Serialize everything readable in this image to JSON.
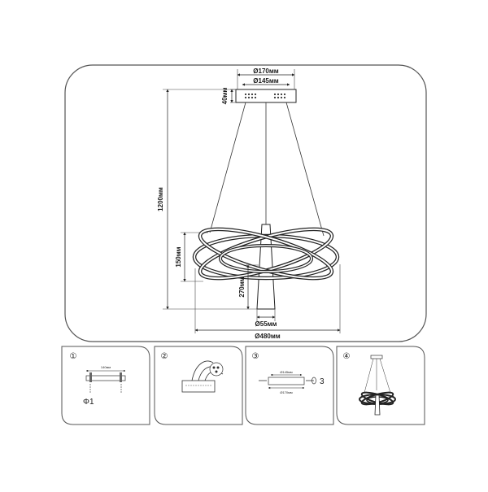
{
  "main_drawing": {
    "canopy_outer_diameter": "Ø170мм",
    "canopy_inner_diameter": "Ø145мм",
    "canopy_height": "40мм",
    "total_height": "1200мм",
    "ring_height": "150мм",
    "stem_height": "270мм",
    "stem_diameter": "Ø55мм",
    "total_diameter": "Ø480мм"
  },
  "steps": [
    {
      "number": "①",
      "dimension": "140мм",
      "screw_label": "Φ1"
    },
    {
      "number": "②"
    },
    {
      "number": "③",
      "dimension_top": "Ø145мм",
      "dimension_bottom": "Ø170мм",
      "screw_label": "3"
    },
    {
      "number": "④"
    }
  ]
}
